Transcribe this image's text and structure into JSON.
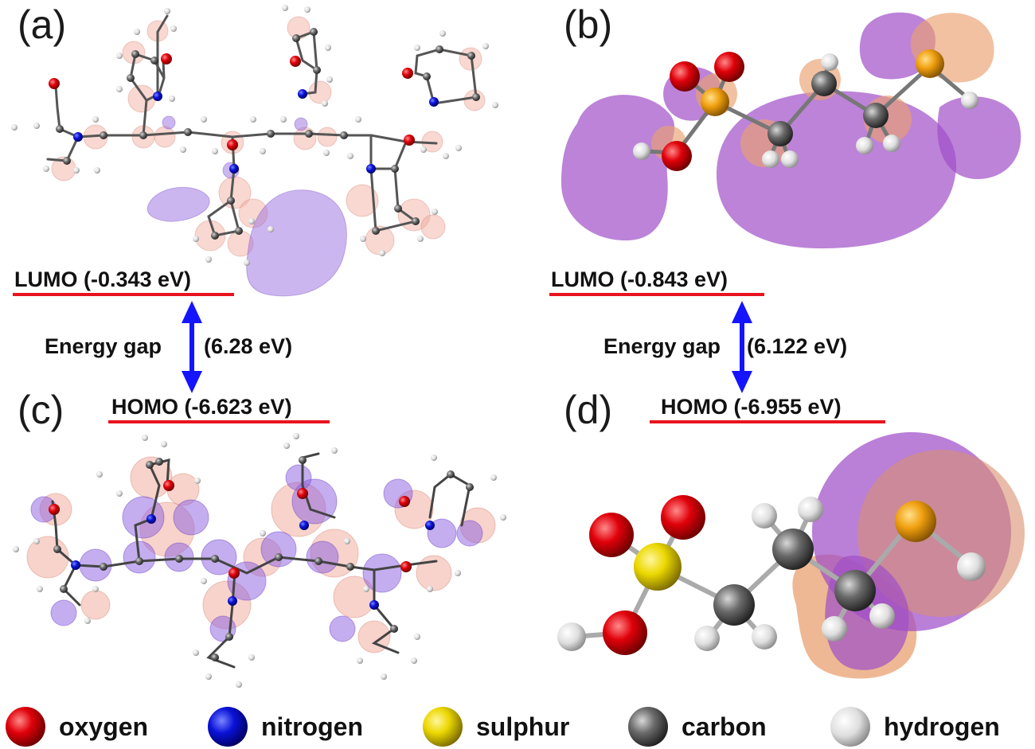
{
  "panels": {
    "a": {
      "label": "(a)"
    },
    "b": {
      "label": "(b)"
    },
    "c": {
      "label": "(c)"
    },
    "d": {
      "label": "(d)"
    }
  },
  "left": {
    "lumo": "LUMO (-0.343 eV)",
    "gap_label": "Energy gap",
    "gap_value": "(6.28 eV)",
    "homo": "HOMO (-6.623 eV)"
  },
  "right": {
    "lumo": "LUMO (-0.843 eV)",
    "gap_label": "Energy gap",
    "gap_value": "(6.122 eV)",
    "homo": "HOMO (-6.955 eV)"
  },
  "legend": [
    {
      "label": "oxygen",
      "color": "#e0000a"
    },
    {
      "label": "nitrogen",
      "color": "#0a12d8"
    },
    {
      "label": "sulphur",
      "color": "#ecd800"
    },
    {
      "label": "carbon",
      "color": "#6a6a6a"
    },
    {
      "label": "hydrogen",
      "color": "#e9e9e9"
    }
  ],
  "colors": {
    "level_line": "#e8141e",
    "gap_arrow": "#1414ff",
    "orbital_positive": "#9a5cd6",
    "orbital_negative": "#e89a80"
  }
}
